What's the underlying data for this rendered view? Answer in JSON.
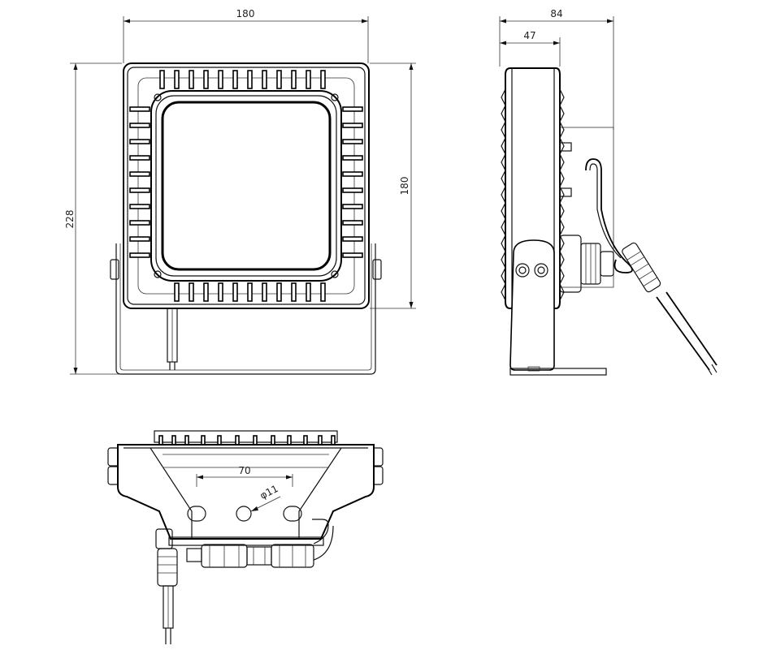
{
  "figure": {
    "background": "#ffffff",
    "line_color": "#000000"
  },
  "dimensions": {
    "front_width": "180",
    "front_height_body": "180",
    "front_height_total": "228",
    "side_depth_total": "84",
    "side_depth_body": "47",
    "bottom_hole_spacing": "70",
    "bottom_hole_diameter": "φ11"
  }
}
